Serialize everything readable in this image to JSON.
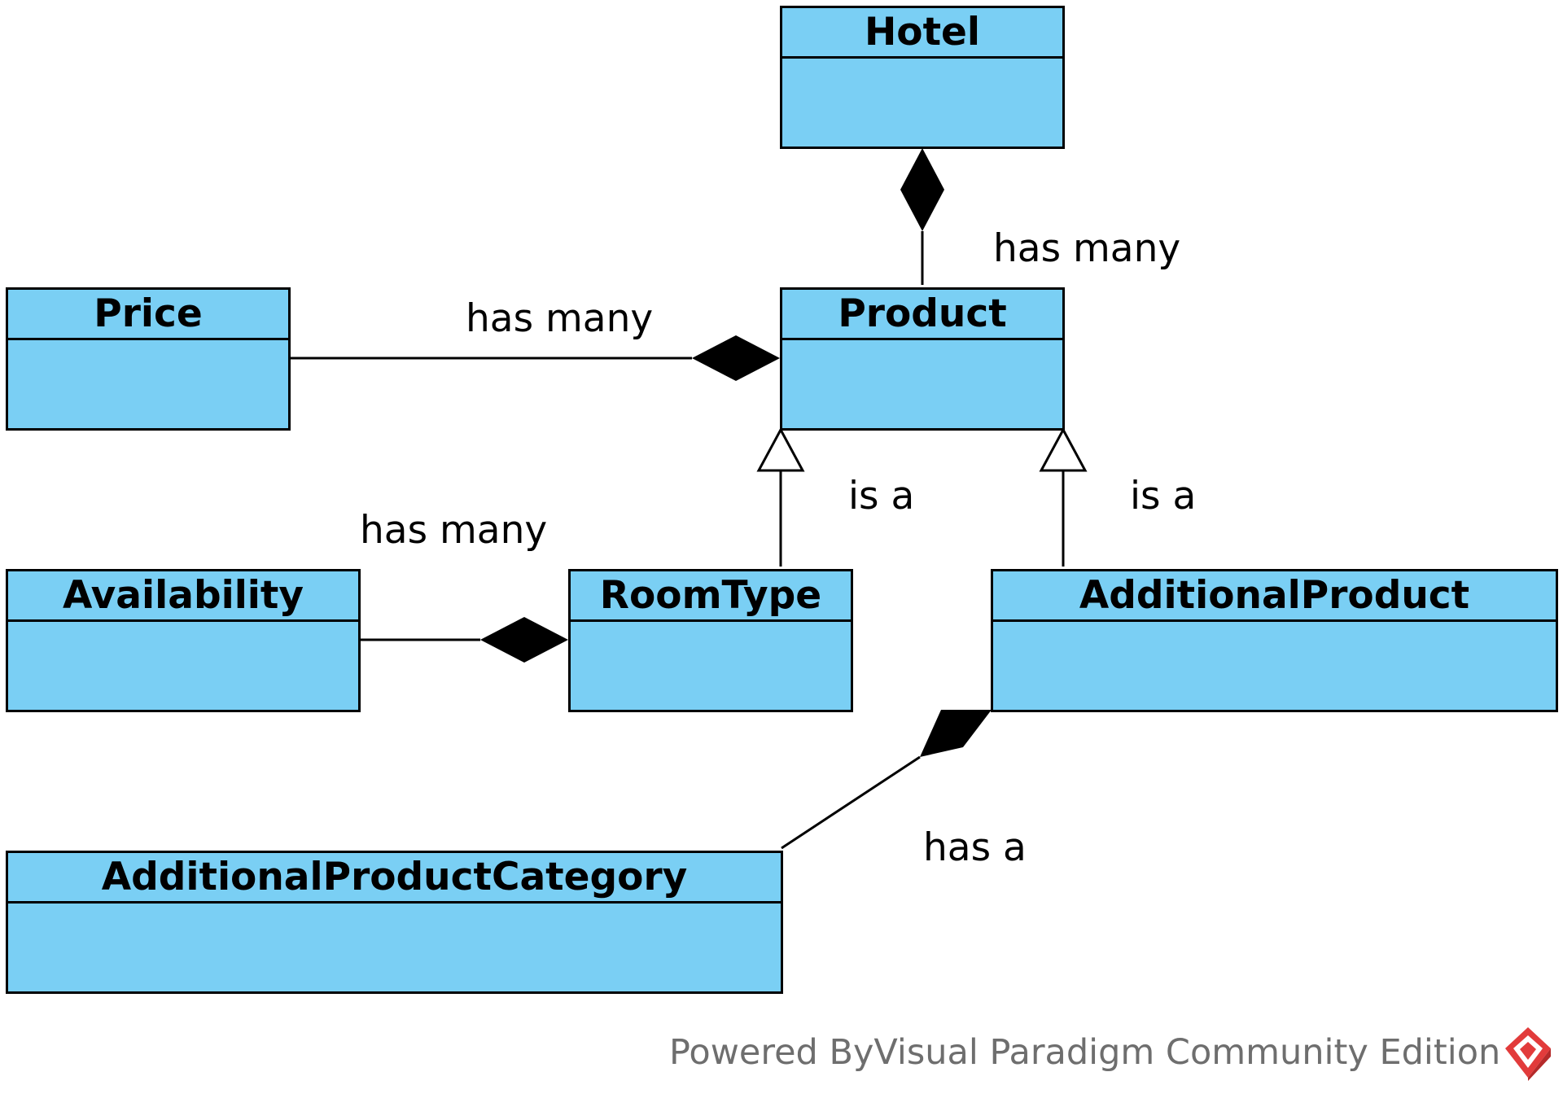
{
  "classes": {
    "hotel": "Hotel",
    "product": "Product",
    "price": "Price",
    "availability": "Availability",
    "roomtype": "RoomType",
    "additional_product": "AdditionalProduct",
    "additional_product_category": "AdditionalProductCategory"
  },
  "relations": {
    "hotel_product": "has many",
    "price_product": "has many",
    "availability_roomtype": "has many",
    "roomtype_product": "is a",
    "additionalproduct_product": "is a",
    "category_additionalproduct": "has a"
  },
  "watermark": "Powered ByVisual Paradigm Community Edition",
  "colors": {
    "class_fill": "#7acff4",
    "line": "#000000",
    "watermark": "#6e6e6e",
    "logo": "#e23b3b"
  }
}
